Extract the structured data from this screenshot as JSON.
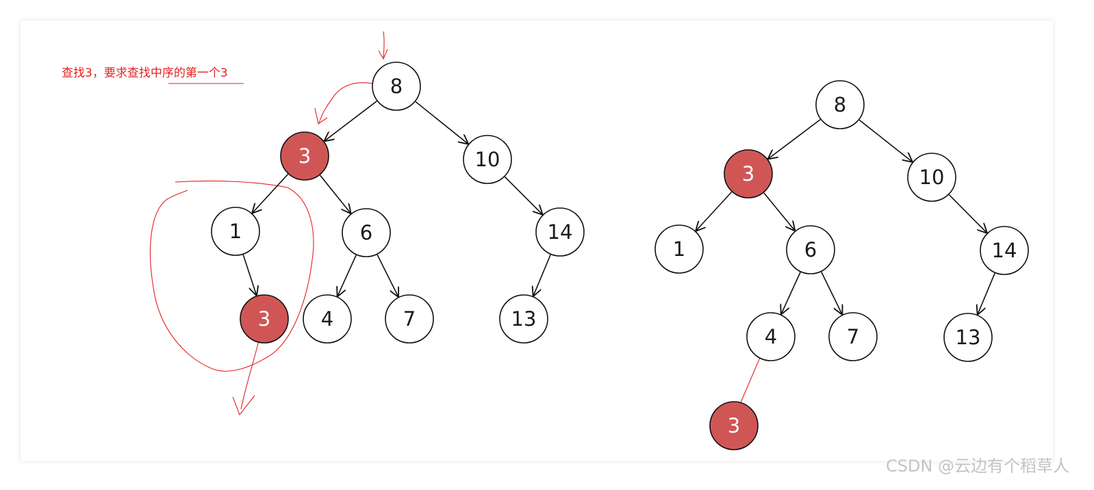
{
  "annotation": "查找3，要求查找中序的第一个3",
  "watermark": "CSDN @云边有个稻草人",
  "colors": {
    "highlight_fill": "#d05656",
    "node_fill": "#ffffff",
    "stroke": "#111111",
    "pen": "#e62020"
  },
  "trees": [
    {
      "nodes": [
        {
          "id": "n8",
          "label": "8",
          "highlight": false
        },
        {
          "id": "n3",
          "label": "3",
          "highlight": true
        },
        {
          "id": "n10",
          "label": "10",
          "highlight": false
        },
        {
          "id": "n1",
          "label": "1",
          "highlight": false
        },
        {
          "id": "n6",
          "label": "6",
          "highlight": false
        },
        {
          "id": "n14",
          "label": "14",
          "highlight": false
        },
        {
          "id": "n3b",
          "label": "3",
          "highlight": true
        },
        {
          "id": "n4",
          "label": "4",
          "highlight": false
        },
        {
          "id": "n7",
          "label": "7",
          "highlight": false
        },
        {
          "id": "n13",
          "label": "13",
          "highlight": false
        }
      ],
      "edges": [
        [
          "n8",
          "n3"
        ],
        [
          "n8",
          "n10"
        ],
        [
          "n3",
          "n1"
        ],
        [
          "n3",
          "n6"
        ],
        [
          "n10",
          "n14"
        ],
        [
          "n1",
          "n3b"
        ],
        [
          "n6",
          "n4"
        ],
        [
          "n6",
          "n7"
        ],
        [
          "n14",
          "n13"
        ]
      ]
    },
    {
      "nodes": [
        {
          "id": "m8",
          "label": "8",
          "highlight": false
        },
        {
          "id": "m3",
          "label": "3",
          "highlight": true
        },
        {
          "id": "m10",
          "label": "10",
          "highlight": false
        },
        {
          "id": "m1",
          "label": "1",
          "highlight": false
        },
        {
          "id": "m6",
          "label": "6",
          "highlight": false
        },
        {
          "id": "m14",
          "label": "14",
          "highlight": false
        },
        {
          "id": "m4",
          "label": "4",
          "highlight": false
        },
        {
          "id": "m7",
          "label": "7",
          "highlight": false
        },
        {
          "id": "m13",
          "label": "13",
          "highlight": false
        },
        {
          "id": "m3b",
          "label": "3",
          "highlight": true
        }
      ],
      "edges": [
        [
          "m8",
          "m3"
        ],
        [
          "m8",
          "m10"
        ],
        [
          "m3",
          "m1"
        ],
        [
          "m3",
          "m6"
        ],
        [
          "m10",
          "m14"
        ],
        [
          "m6",
          "m4"
        ],
        [
          "m6",
          "m7"
        ],
        [
          "m14",
          "m13"
        ]
      ]
    }
  ]
}
